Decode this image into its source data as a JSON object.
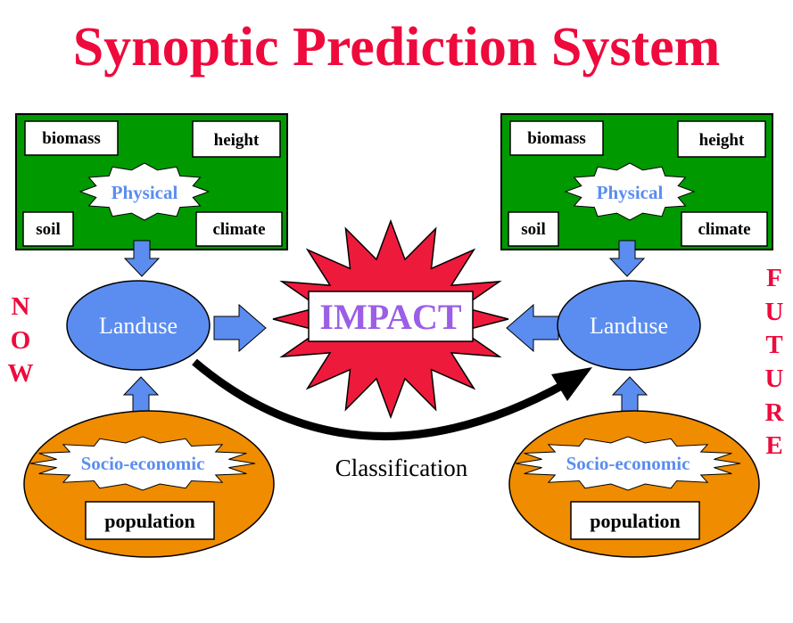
{
  "title": "Synoptic Prediction System",
  "side_labels": {
    "now": [
      "N",
      "O",
      "W"
    ],
    "future": [
      "F",
      "U",
      "T",
      "U",
      "R",
      "E"
    ]
  },
  "left_panel": {
    "physical": {
      "biomass": "biomass",
      "height": "height",
      "soil": "soil",
      "climate": "climate",
      "label": "Physical"
    },
    "landuse": "Landuse",
    "socio": {
      "label": "Socio-economic",
      "population": "population"
    }
  },
  "right_panel": {
    "physical": {
      "biomass": "biomass",
      "height": "height",
      "soil": "soil",
      "climate": "climate",
      "label": "Physical"
    },
    "landuse": "Landuse",
    "socio": {
      "label": "Socio-economic",
      "population": "population"
    }
  },
  "impact": "IMPACT",
  "classification": "Classification",
  "colors": {
    "title_red": "#ee0a3c",
    "green_box": "#009900",
    "landuse_blue": "#5b8df0",
    "physical_text": "#5b8df0",
    "socio_orange": "#ef8c00",
    "impact_red": "#ee1a3c",
    "impact_text": "#9b5ee6",
    "arrow_blue": "#5b8df0"
  }
}
